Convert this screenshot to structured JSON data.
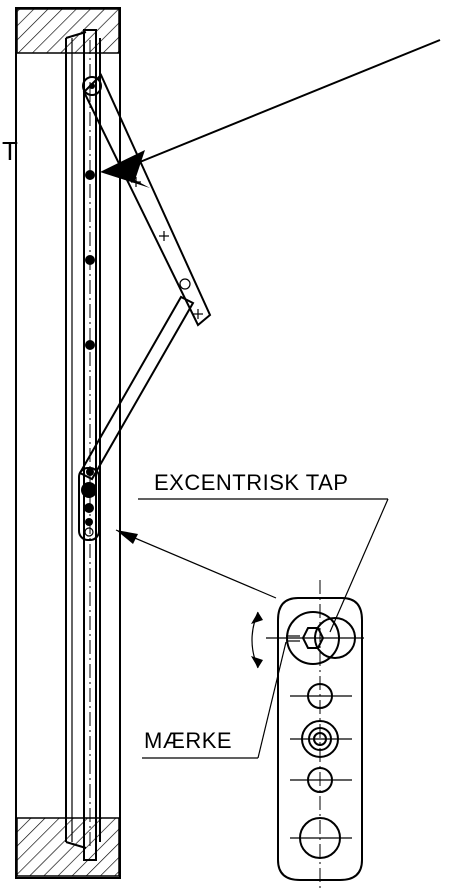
{
  "labels": {
    "t_mark": "T",
    "excentric_pin": "EXCENTRISK TAP",
    "mark": "MÆRKE"
  },
  "colors": {
    "ink": "#000000",
    "paper": "#ffffff"
  }
}
